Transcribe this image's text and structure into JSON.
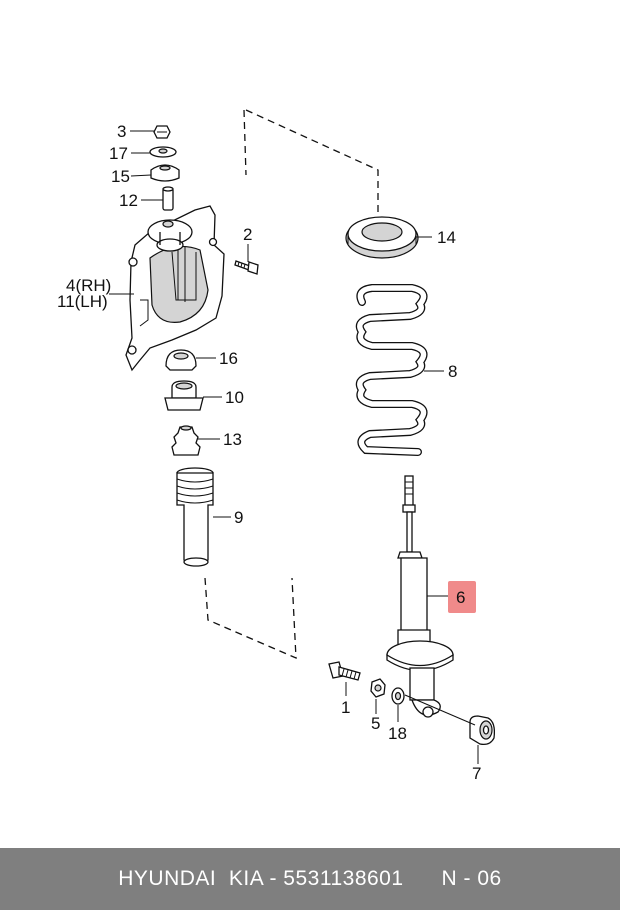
{
  "labels": {
    "p3": "3",
    "p17": "17",
    "p15": "15",
    "p12": "12",
    "p2": "2",
    "p4": "4(RH)",
    "p11": "11(LH)",
    "p14": "14",
    "p16": "16",
    "p10": "10",
    "p8": "8",
    "p13": "13",
    "p9": "9",
    "p6": "6",
    "p1": "1",
    "p5": "5",
    "p18": "18",
    "p7": "7"
  },
  "highlight_color": "#f08a8a",
  "footer": {
    "brand": "HYUNDAI  KIA",
    "part_number": "5531138601",
    "code": "N - 06",
    "separator": " - "
  }
}
